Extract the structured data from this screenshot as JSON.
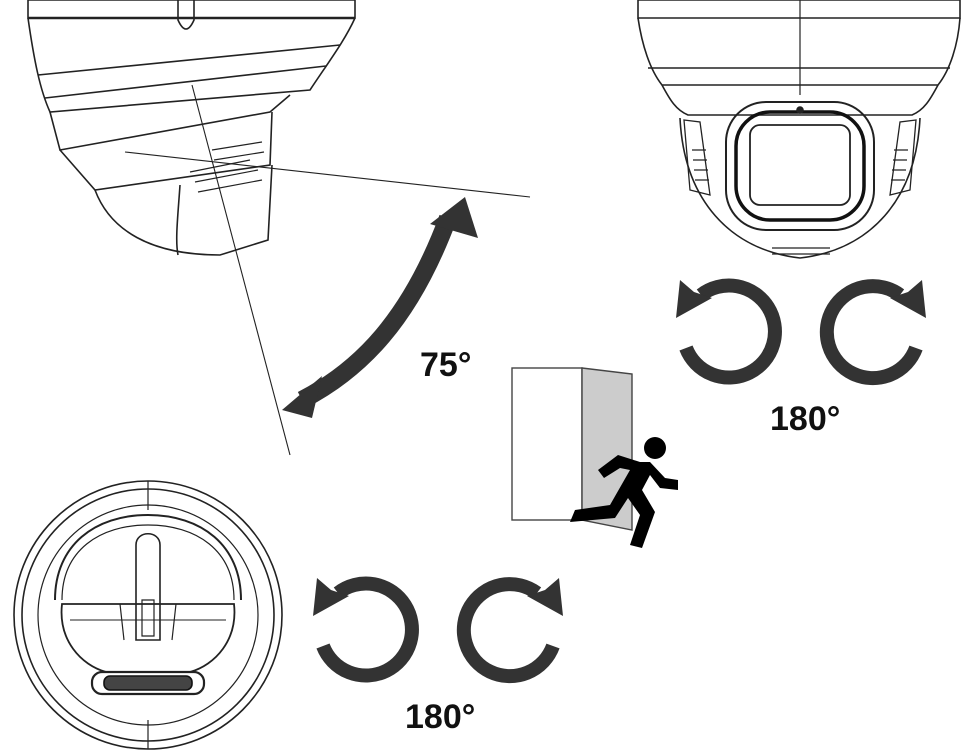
{
  "labels": {
    "tilt_angle": "75°",
    "pan_angle_top": "180°",
    "pan_angle_bottom": "180°"
  },
  "icons": {
    "side_camera": "dome-camera-side-view-icon",
    "front_camera": "dome-camera-front-view-icon",
    "bottom_camera": "dome-camera-bottom-view-icon",
    "tilt_arrow": "double-headed-curved-arrow-icon",
    "rotate_ccw": "rotate-counterclockwise-icon",
    "rotate_cw": "rotate-clockwise-icon",
    "exit_sign": "emergency-exit-door-icon"
  },
  "colors": {
    "line": "#222222",
    "arrow": "#333333",
    "door_shade": "#cccccc",
    "figure": "#000000"
  }
}
